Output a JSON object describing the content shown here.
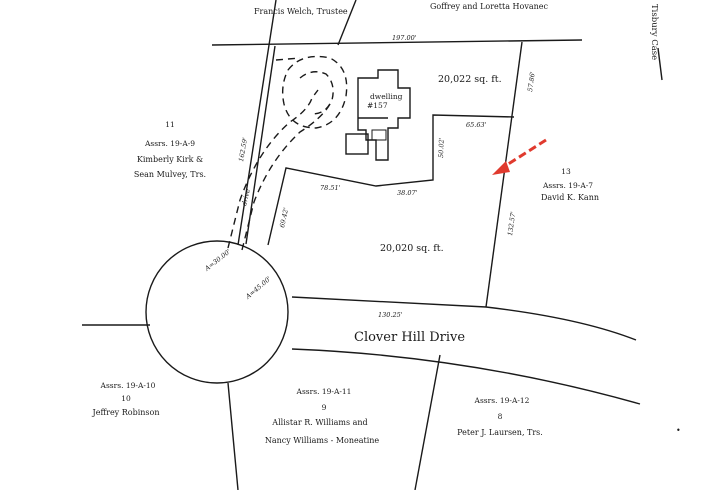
{
  "owners": {
    "north_left": "Francis Welch, Trustee",
    "north_right": "Goffrey and Loretta Hovanec",
    "lot11_number": "11",
    "lot11_assr": "Assrs. 19-A-9",
    "lot11_name1": "Kimberly Kirk &",
    "lot11_name2": "Sean Mulvey, Trs.",
    "lot13_number": "13",
    "lot13_assr": "Assrs. 19-A-7",
    "lot13_name": "David K. Kann",
    "lot10_assr": "Assrs. 19-A-10",
    "lot10_number": "10",
    "lot10_name": "Jeffrey Robinson",
    "lot9_assr": "Assrs. 19-A-11",
    "lot9_number": "9",
    "lot9_name1": "Allistar R. Williams and",
    "lot9_name2": "Nancy Williams - Moneatine",
    "lot8_assr": "Assrs. 19-A-12",
    "lot8_number": "8",
    "lot8_name": "Peter J. Laursen, Trs."
  },
  "dimensions": {
    "north_line": "197.00'",
    "west_line": "162.59'",
    "east_upper": "57.86'",
    "east_lower": "132.57'",
    "jog_top": "65.63'",
    "jog_side": "50.02'",
    "mid_left": "78.51'",
    "mid_right": "38.07'",
    "inner_west": "69.42'",
    "frontage": "130.25'",
    "arc_upper": "A=30.00'",
    "arc_lower": "A=45.00'"
  },
  "areas": {
    "upper_lot": "20,022 sq. ft.",
    "lower_lot": "20,020 sq. ft."
  },
  "features": {
    "dwelling_label": "dwelling",
    "dwelling_number": "#157",
    "drive_label": "drive"
  },
  "street": {
    "name": "Clover Hill Drive"
  },
  "margin_note": "Tisbury Case",
  "colors": {
    "ink": "#1a1a1a",
    "arrow": "#e03a2e"
  },
  "icons": {
    "arrow": "red-dashed-arrow-icon"
  }
}
